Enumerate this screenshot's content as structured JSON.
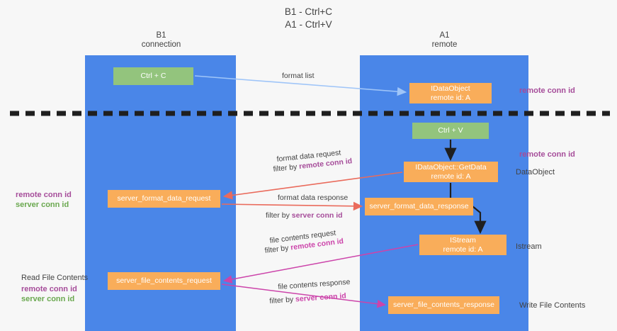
{
  "title": {
    "line1": "B1 - Ctrl+C",
    "line2": "A1 - Ctrl+V"
  },
  "columns": [
    {
      "name": "B1",
      "sub": "connection",
      "color": "#4a86e8"
    },
    {
      "name": "A1",
      "sub": "remote",
      "color": "#4a86e8"
    }
  ],
  "boxes": {
    "ctrl_c": {
      "label": "Ctrl + C",
      "color": "#93c47d"
    },
    "idataobject": {
      "line1": "IDataObject",
      "line2": "remote id: A",
      "color": "#f9ad5a"
    },
    "ctrl_v": {
      "label": "Ctrl + V",
      "color": "#93c47d"
    },
    "getdata": {
      "line1": "IDataObject::GetData",
      "line2": "remote id: A",
      "color": "#f9ad5a"
    },
    "server_format_data_request": {
      "label": "server_format_data_request",
      "color": "#f9ad5a"
    },
    "server_format_data_response": {
      "label": "server_format_data_response",
      "color": "#f9ad5a"
    },
    "istream": {
      "line1": "IStream",
      "line2": "remote id: A",
      "color": "#f9ad5a"
    },
    "server_file_contents_request": {
      "label": "server_file_contents_request",
      "color": "#f9ad5a"
    },
    "server_file_contents_response": {
      "label": "server_file_contents_response",
      "color": "#f9ad5a"
    }
  },
  "edges": {
    "format_list": {
      "label": "format list",
      "color": "#9fc5f8"
    },
    "format_data_request": {
      "label": "format data request",
      "filter_prefix": "filter by ",
      "filter_key": "remote conn id",
      "color": "#ea6b5c"
    },
    "format_data_response": {
      "label": "format data response",
      "filter_prefix": "filter by ",
      "filter_key": "server conn id",
      "color": "#ea6b5c"
    },
    "file_contents_request": {
      "label": "file contents request",
      "filter_prefix": "filter by ",
      "filter_key": "remote conn id",
      "color": "#cc44aa"
    },
    "file_contents_response": {
      "label": "file contents response",
      "filter_prefix": "filter by ",
      "filter_key": "server conn id",
      "color": "#cc44aa"
    }
  },
  "annotations": {
    "right_remote_conn_id_top": "remote conn id",
    "right_remote_conn_id_mid": "remote conn id",
    "dataobject": "DataObject",
    "istream": "Istream",
    "write_file_contents": "Write File Contents",
    "left_remote_conn_id": "remote conn id",
    "left_server_conn_id": "server conn id",
    "read_file_contents": "Read File Contents",
    "left_remote_conn_id_2": "remote conn id",
    "left_server_conn_id_2": "server conn id"
  },
  "colors": {
    "lane": "#4a86e8",
    "green_box": "#93c47d",
    "orange_box": "#f9ad5a",
    "purple_text": "#a64d9a",
    "green_text": "#6aa84f",
    "magenta_edge": "#cc44aa",
    "red_edge": "#ea6b5c",
    "light_blue_edge": "#9fc5f8",
    "divider": "#1f1f1f",
    "background": "#f7f7f7"
  }
}
